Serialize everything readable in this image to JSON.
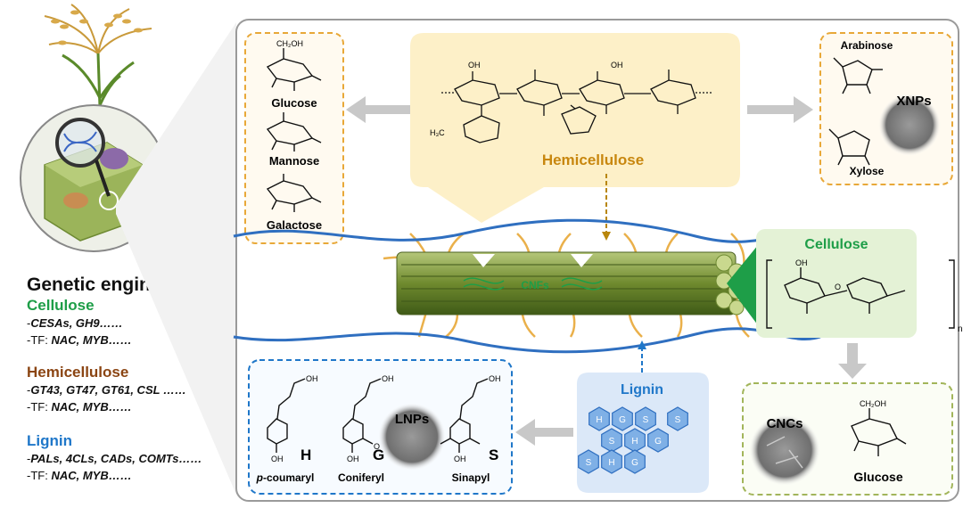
{
  "left_panel": {
    "title": "Genetic engineering",
    "groups": [
      {
        "name": "Cellulose",
        "color": "#1e9e48",
        "lines": [
          {
            "prefix": "-",
            "genes": "CESAs, GH9……"
          },
          {
            "prefix": "-TF: ",
            "genes": "NAC, MYB……"
          }
        ]
      },
      {
        "name": "Hemicellulose",
        "color": "#8b4513",
        "lines": [
          {
            "prefix": "-",
            "genes": "GT43, GT47, GT61, CSL ……"
          },
          {
            "prefix": "-TF: ",
            "genes": "NAC, MYB……"
          }
        ]
      },
      {
        "name": "Lignin",
        "color": "#1f77c9",
        "lines": [
          {
            "prefix": "-",
            "genes": "PALs, 4CLs, CADs, COMTs……"
          },
          {
            "prefix": "-TF: ",
            "genes": "NAC, MYB……"
          }
        ]
      }
    ]
  },
  "hemicellulose": {
    "label": "Hemicellulose",
    "color": "#c8870f"
  },
  "hexoses": [
    "Glucose",
    "Mannose",
    "Galactose"
  ],
  "pentoses": {
    "arabinose": "Arabinose",
    "xylose": "Xylose",
    "nano": "XNPs"
  },
  "cellulose": {
    "label": "Cellulose",
    "color": "#1e9e48",
    "repeat": "n",
    "nano": "CNCs",
    "monomer": "Glucose"
  },
  "fiber": {
    "label": "CNFs"
  },
  "lignin": {
    "label": "Lignin",
    "color": "#1f77c9",
    "units": [
      "H",
      "G",
      "S",
      "S",
      "H",
      "G",
      "S",
      "H",
      "G",
      "S"
    ],
    "nano": "LNPs",
    "monomers": [
      {
        "letter": "H",
        "name": "p-coumaryl"
      },
      {
        "letter": "G",
        "name": "Coniferyl"
      },
      {
        "letter": "S",
        "name": "Sinapyl"
      }
    ]
  },
  "formula_labels": {
    "hydroxymethyl": "CH₂OH",
    "hydroxyl": "OH",
    "methyl": "H₃C",
    "oxygen": "O"
  }
}
